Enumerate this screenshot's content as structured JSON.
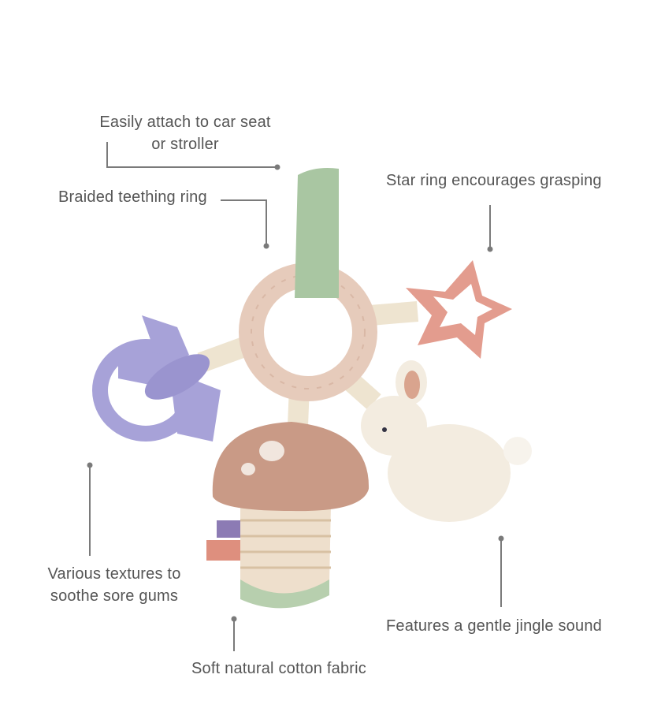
{
  "callouts": {
    "attach": {
      "line1": "Easily attach to car seat",
      "line2": "or stroller"
    },
    "ring": "Braided teething ring",
    "star": "Star ring encourages grasping",
    "textures": {
      "line1": "Various textures to",
      "line2": "soothe sore gums"
    },
    "fabric": "Soft natural cotton fabric",
    "jingle": "Features a gentle jingle sound"
  },
  "colors": {
    "text": "#555555",
    "line": "#7a7a7a",
    "ring": "#e6cbbb",
    "strap": "#a9c6a2",
    "star": "#e39c8e",
    "butterfly": "#a7a2d8",
    "mushroom_cap": "#c99a86",
    "bunny": "#f3ece0"
  }
}
